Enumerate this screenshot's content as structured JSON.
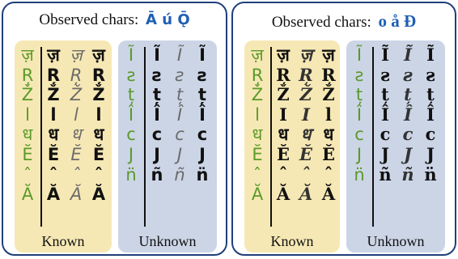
{
  "panels": [
    {
      "title": "Observed chars:",
      "observed": "Ā ú Ǭ",
      "known": {
        "label": "Known",
        "ref": [
          "ज़",
          "Ŗ",
          "Ž",
          "l",
          "ध",
          "Ĕ",
          "ˆ",
          "Ă"
        ],
        "s1": [
          "ज़",
          "Ŗ",
          "Ž",
          "l",
          "ध",
          "Ĕ",
          "ˆ",
          "Ă"
        ],
        "s2": [
          "ज़",
          "Ŗ",
          "Ž",
          "l",
          "ध",
          "Ĕ",
          "ˆ",
          "Ă"
        ],
        "s3": [
          "ज़",
          "Ŗ",
          "Ž",
          "l",
          "ध",
          "Ĕ",
          "ˆ",
          "Ă"
        ]
      },
      "unknown": {
        "label": "Unknown",
        "ref": [
          "Ĩ",
          "ƨ",
          "ț",
          "Î",
          "c",
          "J",
          "n̈"
        ],
        "s1": [
          "Ĩ",
          "ƨ",
          "ț",
          "Î",
          "c",
          "J",
          "ñ"
        ],
        "s2": [
          "Ĩ",
          "ƨ",
          "ț",
          "Î",
          "c",
          "J",
          "ñ"
        ],
        "s3": [
          "Ĩ",
          "ƨ",
          "ț",
          "Î",
          "c",
          "J",
          "n̈"
        ]
      }
    },
    {
      "title": "Observed chars:",
      "observed": "o å Đ",
      "known": {
        "label": "Known",
        "ref": [
          "ज़",
          "Ŗ",
          "Ž",
          "l",
          "ध",
          "Ĕ",
          "ˆ",
          "Ă"
        ],
        "s1": [
          "ज़",
          "Ŗ",
          "Ž",
          "I",
          "ध",
          "Ĕ",
          "ˆ",
          "Ă"
        ],
        "s2": [
          "ज़",
          "Ŗ",
          "Ž",
          "I",
          "ध",
          "Ĕ",
          "ˆ",
          "Ă"
        ],
        "s3": [
          "ज़",
          "Ŗ",
          "Ž",
          "l",
          "ध",
          "Ĕ",
          "ˆ",
          "Ă"
        ]
      },
      "unknown": {
        "label": "Unknown",
        "ref": [
          "Ĩ",
          "ƨ",
          "ț",
          "Î",
          "c",
          "J",
          "n̈"
        ],
        "s1": [
          "Ĩ",
          "ƨ",
          "ț",
          "Î",
          "c",
          "J",
          "ñ"
        ],
        "s2": [
          "Ĩ",
          "ƨ",
          "ț",
          "Î",
          "c",
          "J",
          "ñ"
        ],
        "s3": [
          "Ĩ",
          "ƨ",
          "ț",
          "Î",
          "c",
          "J",
          "n̈"
        ]
      }
    }
  ]
}
